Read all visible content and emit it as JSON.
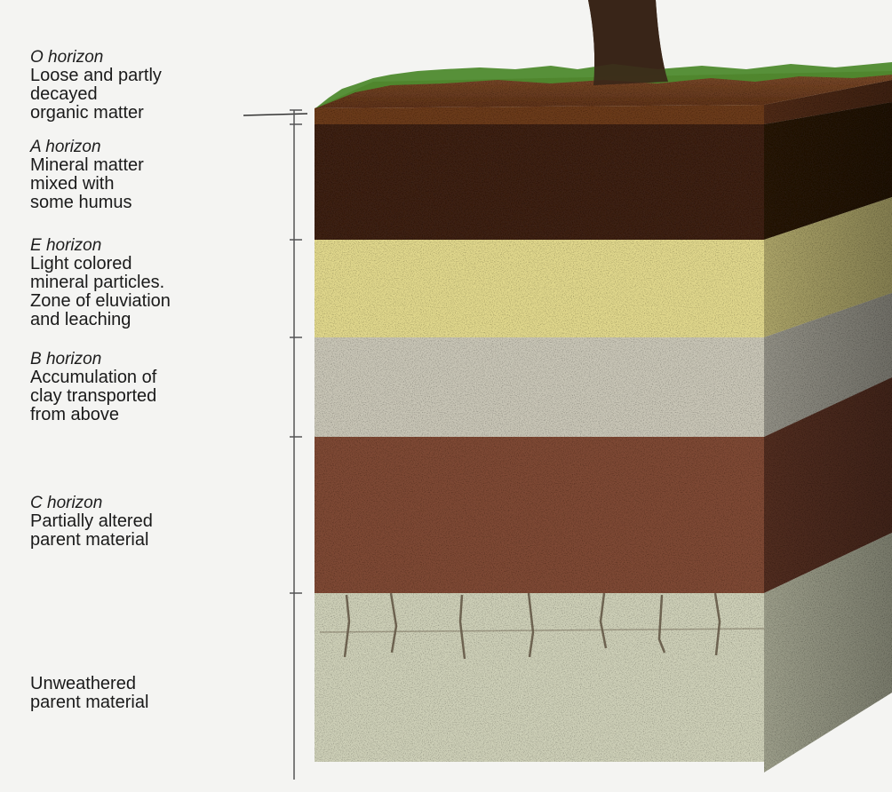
{
  "diagram": {
    "horizons": [
      {
        "name": "O horizon",
        "description": "Loose and partly\ndecayed\norganic matter"
      },
      {
        "name": "A horizon",
        "description": "Mineral matter\nmixed with\nsome humus"
      },
      {
        "name": "E horizon",
        "description": "Light colored\nmineral particles.\nZone of eluviation\nand leaching"
      },
      {
        "name": "B horizon",
        "description": "Accumulation of\nclay transported\nfrom above"
      },
      {
        "name": "C horizon",
        "description": "Partially altered\nparent material"
      }
    ],
    "bedrock": {
      "name": "",
      "description": "Unweathered\nparent material"
    }
  },
  "colors": {
    "grass": "#4e8a2e",
    "o_layer": "#6b3a1e",
    "a_layer": "#3d2416",
    "e_layer": "#e2d98e",
    "b_layer": "#c9c6b8",
    "c_layer": "#7d4a36",
    "bedrock": "#cdcfb8",
    "trunk": "#3a2618"
  }
}
